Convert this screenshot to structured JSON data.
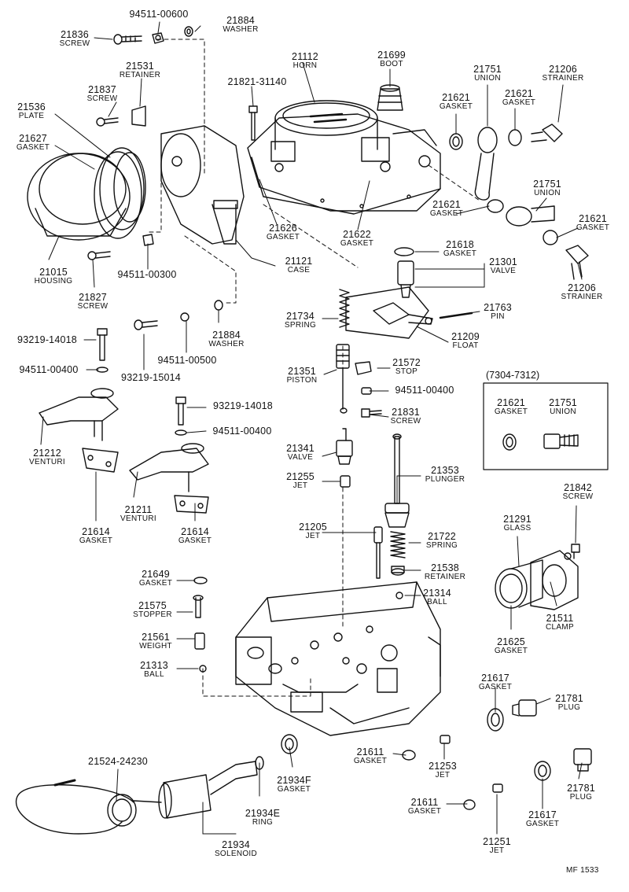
{
  "parts": [
    {
      "id": "p21836",
      "number": "21836",
      "desc": "SCREW"
    },
    {
      "id": "p94511_00600",
      "number": "94511-00600",
      "desc": ""
    },
    {
      "id": "p21884a",
      "number": "21884",
      "desc": "WASHER"
    },
    {
      "id": "p21837",
      "number": "21837",
      "desc": "SCREW"
    },
    {
      "id": "p21531",
      "number": "21531",
      "desc": "RETAINER"
    },
    {
      "id": "p21536",
      "number": "21536",
      "desc": "PLATE"
    },
    {
      "id": "p21627",
      "number": "21627",
      "desc": "GASKET"
    },
    {
      "id": "p21015",
      "number": "21015",
      "desc": "HOUSING"
    },
    {
      "id": "p21827",
      "number": "21827",
      "desc": "SCREW"
    },
    {
      "id": "p94511_00300",
      "number": "94511-00300",
      "desc": ""
    },
    {
      "id": "p21121",
      "number": "21121",
      "desc": "CASE"
    },
    {
      "id": "p21112",
      "number": "21112",
      "desc": "HORN"
    },
    {
      "id": "p21821_31140",
      "number": "21821-31140",
      "desc": ""
    },
    {
      "id": "p21699",
      "number": "21699",
      "desc": "BOOT"
    },
    {
      "id": "p21626",
      "number": "21626",
      "desc": "GASKET"
    },
    {
      "id": "p21622",
      "number": "21622",
      "desc": "GASKET"
    },
    {
      "id": "p21621a",
      "number": "21621",
      "desc": "GASKET"
    },
    {
      "id": "p21751a",
      "number": "21751",
      "desc": "UNION"
    },
    {
      "id": "p21621b",
      "number": "21621",
      "desc": "GASKET"
    },
    {
      "id": "p21206a",
      "number": "21206",
      "desc": "STRAINER"
    },
    {
      "id": "p21621c",
      "number": "21621",
      "desc": "GASKET"
    },
    {
      "id": "p21751b",
      "number": "21751",
      "desc": "UNION"
    },
    {
      "id": "p21621d",
      "number": "21621",
      "desc": "GASKET"
    },
    {
      "id": "p21206b",
      "number": "21206",
      "desc": "STRAINER"
    },
    {
      "id": "p21618",
      "number": "21618",
      "desc": "GASKET"
    },
    {
      "id": "p21301",
      "number": "21301",
      "desc": "VALVE"
    },
    {
      "id": "p21734",
      "number": "21734",
      "desc": "SPRING"
    },
    {
      "id": "p21763",
      "number": "21763",
      "desc": "PIN"
    },
    {
      "id": "p21209",
      "number": "21209",
      "desc": "FLOAT"
    },
    {
      "id": "p21884b",
      "number": "21884",
      "desc": "WASHER"
    },
    {
      "id": "p93219_14018a",
      "number": "93219-14018",
      "desc": ""
    },
    {
      "id": "p94511_00500",
      "number": "94511-00500",
      "desc": ""
    },
    {
      "id": "p94511_00400a",
      "number": "94511-00400",
      "desc": ""
    },
    {
      "id": "p93219_15014",
      "number": "93219-15014",
      "desc": ""
    },
    {
      "id": "p21351",
      "number": "21351",
      "desc": "PISTON"
    },
    {
      "id": "p21572",
      "number": "21572",
      "desc": "STOP"
    },
    {
      "id": "p94511_00400b",
      "number": "94511-00400",
      "desc": ""
    },
    {
      "id": "p21831",
      "number": "21831",
      "desc": "SCREW"
    },
    {
      "id": "p93219_14018b",
      "number": "93219-14018",
      "desc": ""
    },
    {
      "id": "p94511_00400c",
      "number": "94511-00400",
      "desc": ""
    },
    {
      "id": "p21212",
      "number": "21212",
      "desc": "VENTURI"
    },
    {
      "id": "p21211",
      "number": "21211",
      "desc": "VENTURI"
    },
    {
      "id": "p21614a",
      "number": "21614",
      "desc": "GASKET"
    },
    {
      "id": "p21614b",
      "number": "21614",
      "desc": "GASKET"
    },
    {
      "id": "p21341",
      "number": "21341",
      "desc": "VALVE"
    },
    {
      "id": "p21353",
      "number": "21353",
      "desc": "PLUNGER"
    },
    {
      "id": "p21255",
      "number": "21255",
      "desc": "JET"
    },
    {
      "id": "p21621e",
      "number": "21621",
      "desc": "GASKET"
    },
    {
      "id": "p21751c",
      "number": "21751",
      "desc": "UNION"
    },
    {
      "id": "p21842",
      "number": "21842",
      "desc": "SCREW"
    },
    {
      "id": "p21291",
      "number": "21291",
      "desc": "GLASS"
    },
    {
      "id": "p21205",
      "number": "21205",
      "desc": "JET"
    },
    {
      "id": "p21722",
      "number": "21722",
      "desc": "SPRING"
    },
    {
      "id": "p21538",
      "number": "21538",
      "desc": "RETAINER"
    },
    {
      "id": "p21314",
      "number": "21314",
      "desc": "BALL"
    },
    {
      "id": "p21649",
      "number": "21649",
      "desc": "GASKET"
    },
    {
      "id": "p21575",
      "number": "21575",
      "desc": "STOPPER"
    },
    {
      "id": "p21561",
      "number": "21561",
      "desc": "WEIGHT"
    },
    {
      "id": "p21313",
      "number": "21313",
      "desc": "BALL"
    },
    {
      "id": "p21511",
      "number": "21511",
      "desc": "CLAMP"
    },
    {
      "id": "p21625",
      "number": "21625",
      "desc": "GASKET"
    },
    {
      "id": "p21617a",
      "number": "21617",
      "desc": "GASKET"
    },
    {
      "id": "p21781a",
      "number": "21781",
      "desc": "PLUG"
    },
    {
      "id": "p21611a",
      "number": "21611",
      "desc": "GASKET"
    },
    {
      "id": "p21253",
      "number": "21253",
      "desc": "JET"
    },
    {
      "id": "p21934f",
      "number": "21934F",
      "desc": "GASKET"
    },
    {
      "id": "p21524_24230",
      "number": "21524-24230",
      "desc": ""
    },
    {
      "id": "p21934e",
      "number": "21934E",
      "desc": "RING"
    },
    {
      "id": "p21781b",
      "number": "21781",
      "desc": "PLUG"
    },
    {
      "id": "p21611b",
      "number": "21611",
      "desc": "GASKET"
    },
    {
      "id": "p21617b",
      "number": "21617",
      "desc": "GASKET"
    },
    {
      "id": "p21934",
      "number": "21934",
      "desc": "SOLENOID"
    },
    {
      "id": "p21251",
      "number": "21251",
      "desc": "JET"
    }
  ],
  "inset": {
    "range": "(7304-7312)"
  },
  "footer": {
    "code": "MF 1533"
  }
}
